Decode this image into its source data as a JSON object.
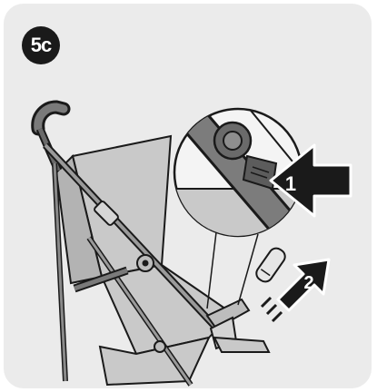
{
  "step_label": "5c",
  "callouts": {
    "first": "1",
    "second": "2"
  },
  "colors": {
    "panel_bg": "#ebebeb",
    "fabric": "#c9c9c9",
    "fabric_dark": "#9d9d9d",
    "frame": "#6a6a6a",
    "outline": "#1a1a1a",
    "arrow": "#1a1a1a"
  }
}
